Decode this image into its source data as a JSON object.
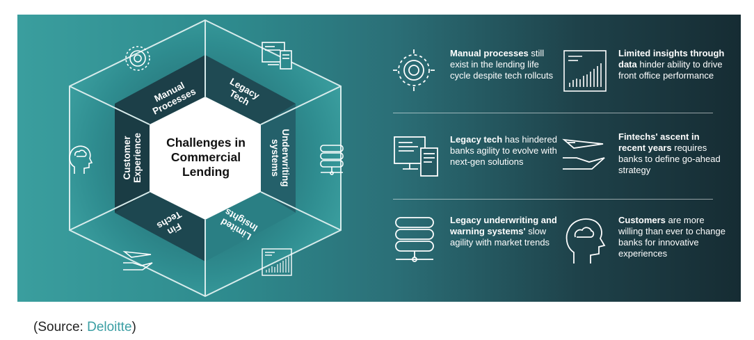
{
  "hexagon": {
    "center_title": "Challenges in\nCommercial\nLending",
    "segments": [
      {
        "key": "manual",
        "label": "Manual\nProcesses",
        "icon": "gear-icon"
      },
      {
        "key": "legacy",
        "label": "Legacy\nTech",
        "icon": "computer-icon"
      },
      {
        "key": "underwriting",
        "label": "Underwriting\nsystems",
        "icon": "database-icon"
      },
      {
        "key": "insights",
        "label": "Limited\nInsights",
        "icon": "bar-chart-icon"
      },
      {
        "key": "fintechs",
        "label": "Fin\nTechs",
        "icon": "paper-plane-hand-icon"
      },
      {
        "key": "customer",
        "label": "Customer\nExperience",
        "icon": "head-profile-icon"
      }
    ]
  },
  "items": [
    {
      "icon": "gear-icon",
      "bold": "Manual processes",
      "rest": " still exist in the lending life cycle despite tech rollcuts"
    },
    {
      "icon": "bar-chart-icon",
      "bold": "Limited insights through data",
      "rest": " hinder ability to drive front office performance"
    },
    {
      "icon": "computer-icon",
      "bold": "Legacy tech",
      "rest": " has hindered banks agility to evolve with next-gen solutions"
    },
    {
      "icon": "paper-plane-hand-icon",
      "bold": "Fintechs' ascent in recent years",
      "rest": " requires banks to define go-ahead strategy"
    },
    {
      "icon": "database-icon",
      "bold": "Legacy underwriting and warning systems'",
      "rest": " slow agility with market trends"
    },
    {
      "icon": "head-profile-icon",
      "bold": "Customers",
      "rest": " are more willing than ever to change banks for innovative experiences"
    }
  ],
  "source": {
    "prefix": "(Source: ",
    "link": "Deloitte",
    "suffix": ")"
  },
  "colors": {
    "teal_light": "#3a9e9e",
    "teal_dark": "#162c33",
    "segment_dark": "#1c3f48",
    "segment_teal": "#2a7f84",
    "link": "#3a9ea3"
  }
}
